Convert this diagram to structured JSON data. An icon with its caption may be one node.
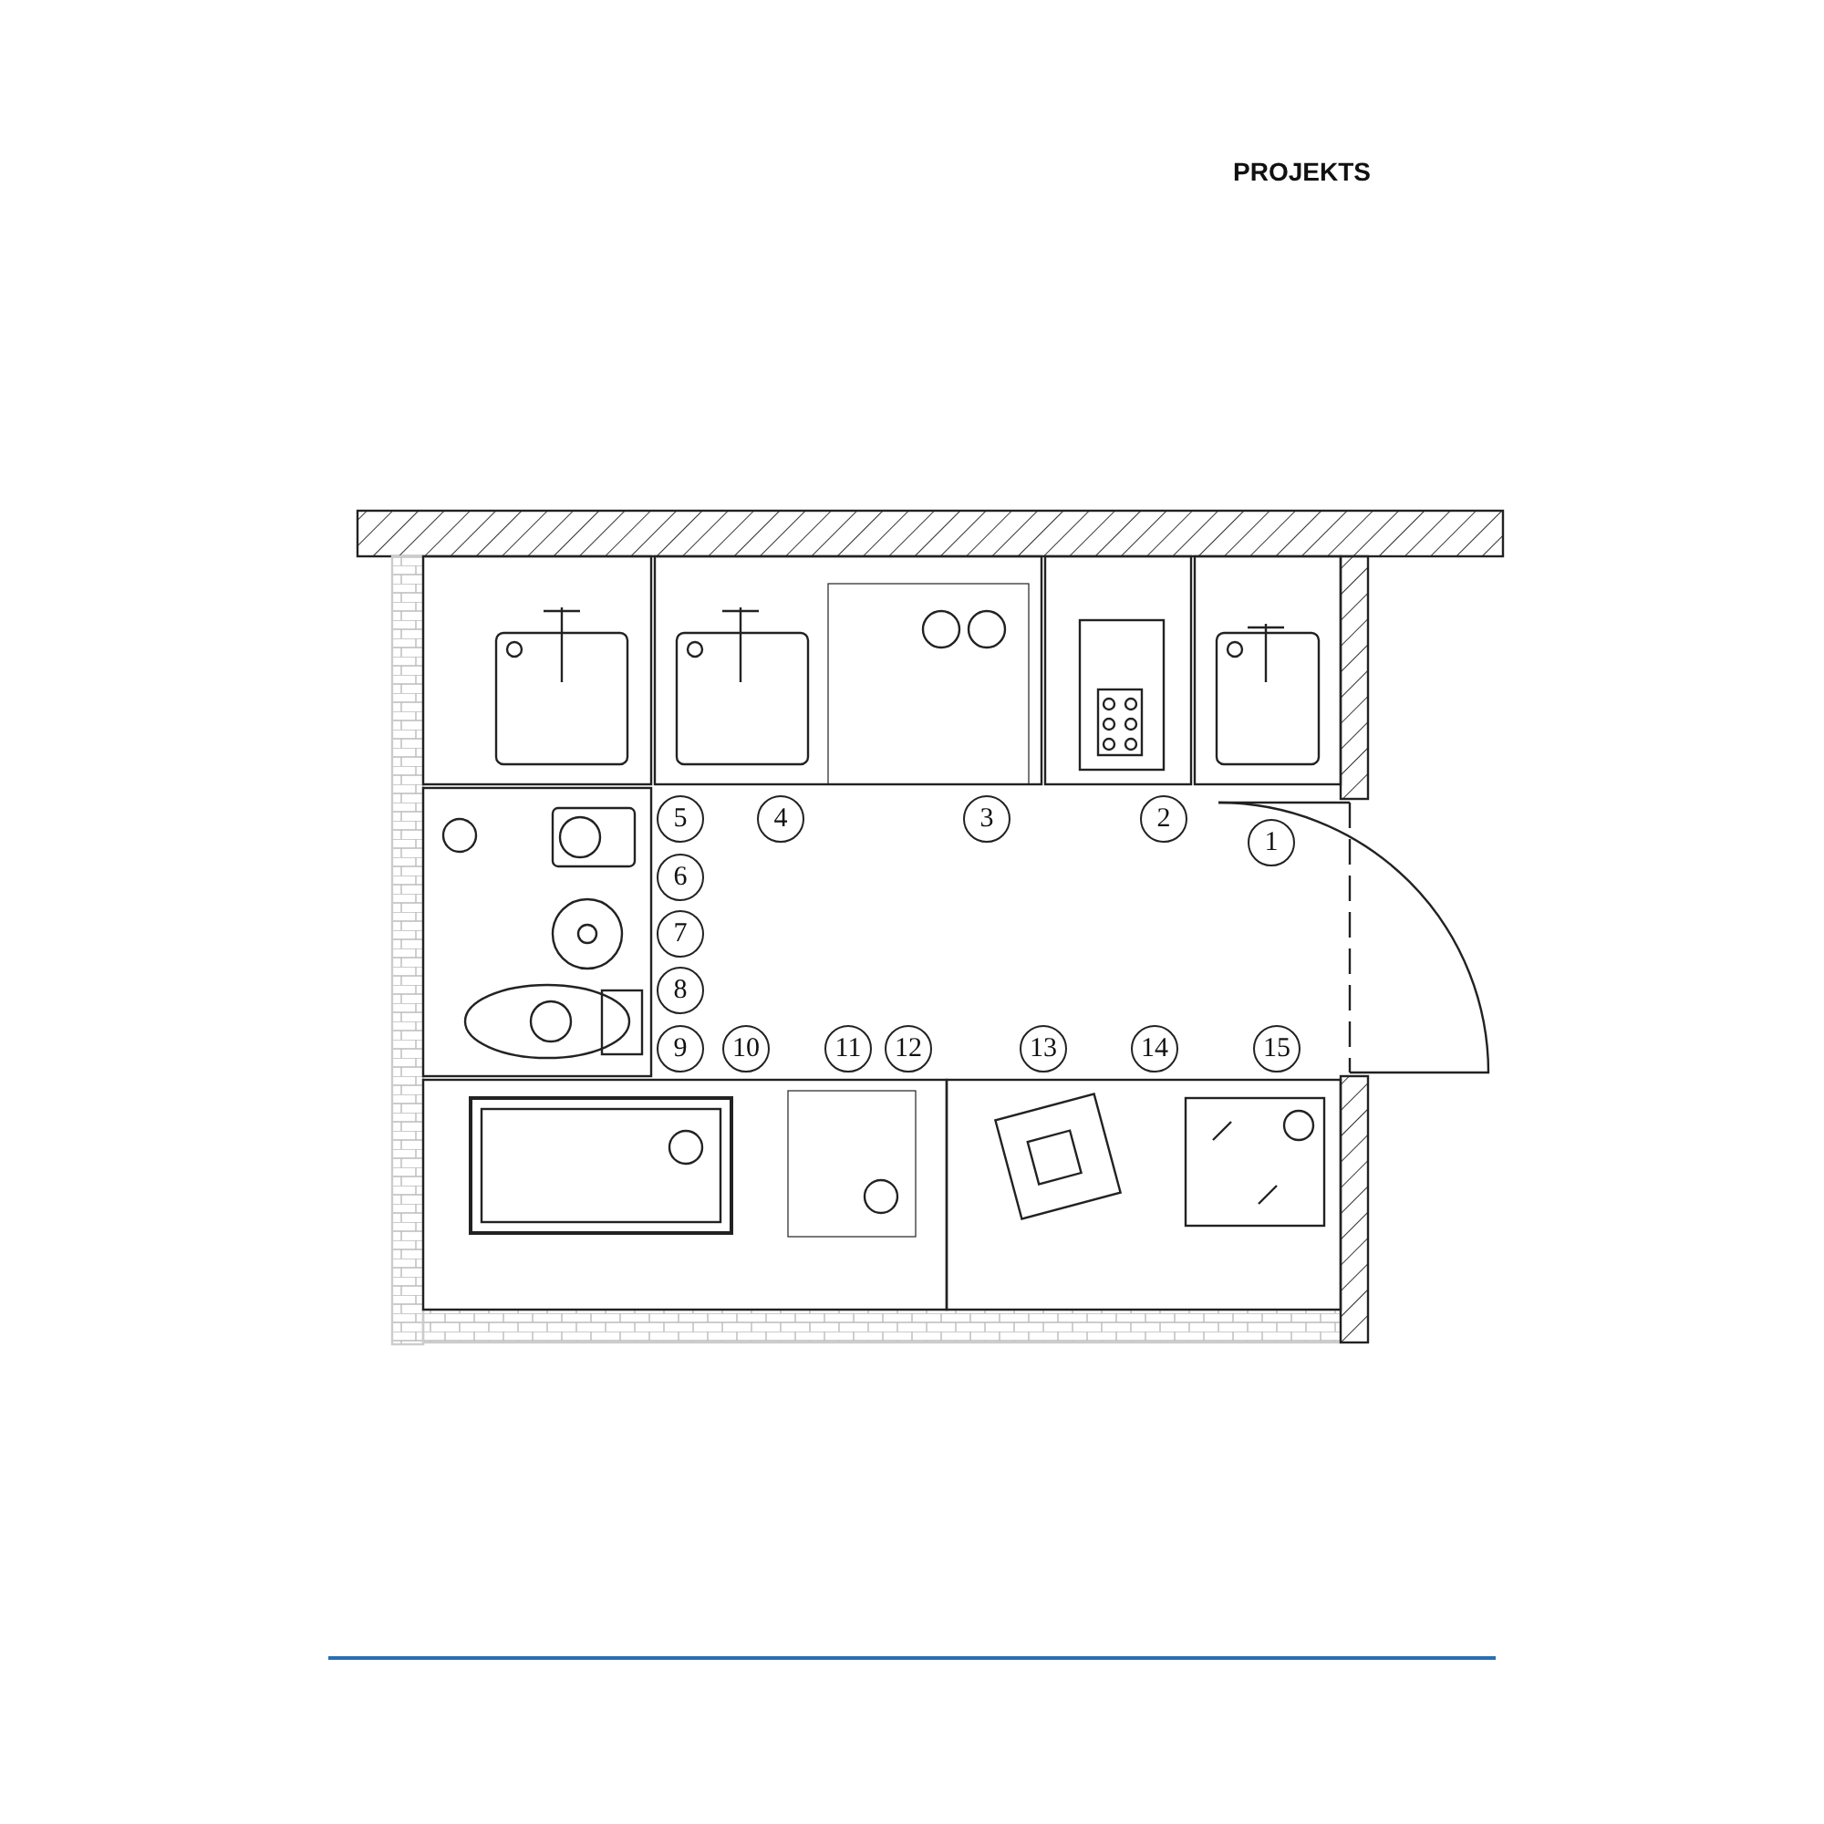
{
  "diagram": {
    "title": "PROJEKTS",
    "labels": [
      "5",
      "4",
      "3",
      "2",
      "1",
      "6",
      "7",
      "8",
      "9",
      "10",
      "11",
      "12",
      "13",
      "14",
      "15"
    ]
  }
}
